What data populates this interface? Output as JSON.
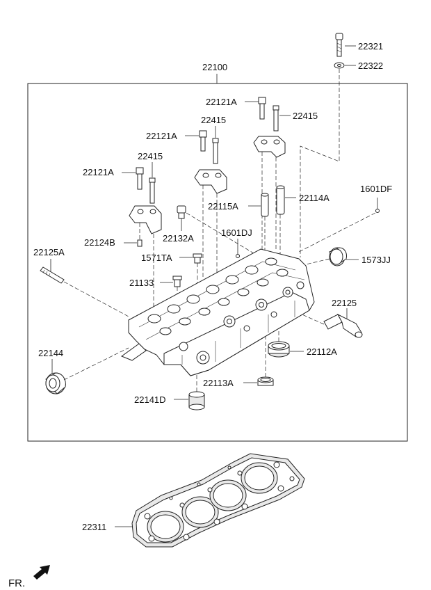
{
  "labels": {
    "p22321": "22321",
    "p22322": "22322",
    "p22100": "22100",
    "p22121A_1": "22121A",
    "p22415_1": "22415",
    "p22415_2": "22415",
    "p22121A_2": "22121A",
    "p22415_3": "22415",
    "p22121A_3": "22121A",
    "p1601DF": "1601DF",
    "p22115A": "22115A",
    "p22114A": "22114A",
    "p22132A": "22132A",
    "p1601DJ": "1601DJ",
    "p22124B": "22124B",
    "p22125A": "22125A",
    "p1571TA": "1571TA",
    "p1573JJ": "1573JJ",
    "p21133": "21133",
    "p22125": "22125",
    "p22144": "22144",
    "p22112A": "22112A",
    "p22113A": "22113A",
    "p22141D": "22141D",
    "p22311": "22311",
    "fr": "FR."
  }
}
